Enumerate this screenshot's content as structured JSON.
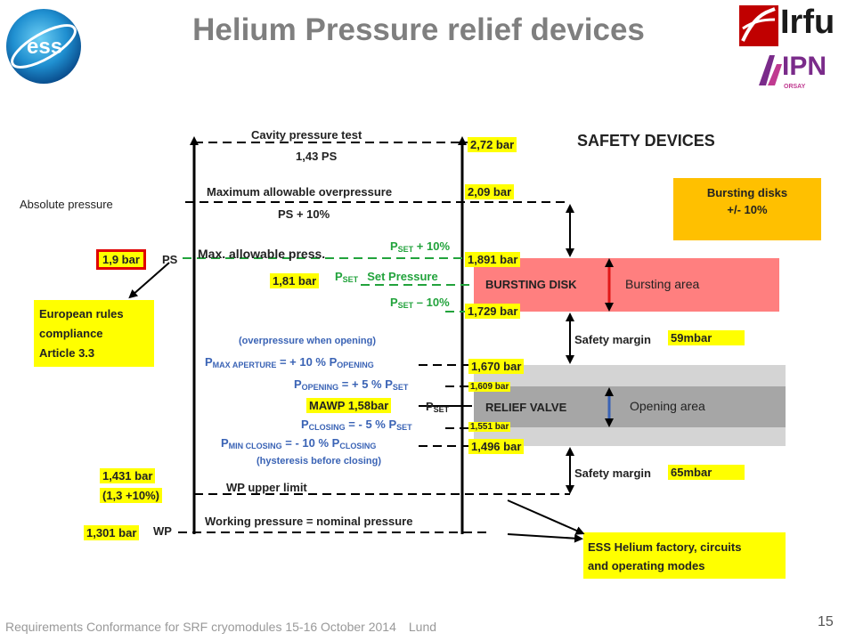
{
  "header": {
    "title": "Helium Pressure relief devices",
    "logos": {
      "left": "ess-logo",
      "irfu": "Irfu",
      "ipn": "IPN",
      "ipn_sub": "ORSAY"
    }
  },
  "axis": {
    "absolute_pressure": "Absolute pressure",
    "ps_marker": "PS",
    "wp_marker": "WP"
  },
  "levels": {
    "cavity_test": {
      "label": "Cavity pressure test",
      "sub": "1,43 PS",
      "value": "2,72 bar"
    },
    "max_overpressure": {
      "label": "Maximum allowable overpressure",
      "sub": "PS + 10%",
      "value": "2,09 bar"
    },
    "ps": {
      "left_value": "1,9 bar",
      "label": "Max. allowable press.",
      "value": "1,891 bar"
    },
    "pset_plus": {
      "p": "P",
      "sub": "SET",
      "text": " + 10%"
    },
    "set_pressure": {
      "left_value": "1,81 bar",
      "p": "P",
      "sub": "SET",
      "text": "Set Pressure"
    },
    "pset_minus": {
      "p": "P",
      "sub": "SET",
      "text": " – 10%",
      "value": "1,729 bar"
    },
    "overpressure_note": "(overpressure when opening)",
    "p_max_aperture": {
      "p": "P",
      "sub": "MAX APERTURE",
      "eq": " = + 10 % P",
      "sub2": "OPENING",
      "value": "1,670 bar"
    },
    "p_opening": {
      "p": "P",
      "sub": "OPENING",
      "eq": " = + 5 % P",
      "sub2": "SET",
      "value": "1,609 bar"
    },
    "mawp": {
      "text": "MAWP  1,58bar",
      "pset": "P",
      "pset_sub": "SET"
    },
    "p_closing": {
      "p": "P",
      "sub": "CLOSING",
      "eq": " = - 5 % P",
      "sub2": "SET",
      "value": "1,551 bar"
    },
    "p_min_closing": {
      "p": "P",
      "sub": "MIN CLOSING",
      "eq": " = - 10 % P",
      "sub2": "CLOSING",
      "value": "1,496 bar"
    },
    "hysteresis_note": "(hysteresis before closing)",
    "wp_upper": {
      "left_value_1": "1,431 bar",
      "left_value_2": "(1,3 +10%)",
      "label": "WP  upper limit"
    },
    "working": {
      "left_value": "1,301 bar",
      "label": "Working pressure = nominal pressure"
    }
  },
  "european_rules": {
    "line1": "European rules",
    "line2": "compliance",
    "line3": "Article 3.3"
  },
  "safety": {
    "heading": "SAFETY DEVICES",
    "bursting_disks_box": {
      "line1": "Bursting disks",
      "line2": "+/- 10%"
    },
    "bursting_disk": "BURSTING DISK",
    "bursting_area": "Bursting area",
    "margin_label": "Safety margin",
    "margin_1": "59mbar",
    "relief_valve": "RELIEF VALVE",
    "opening_area": "Opening area",
    "margin_2": "65mbar",
    "ess_box": {
      "line1": "ESS Helium factory, circuits",
      "line2": "and operating modes"
    }
  },
  "footer": {
    "text": "Requirements Conformance for SRF cryomodules 15-16 October 2014",
    "location": "Lund",
    "page": "15"
  },
  "colors": {
    "title": "#7f7f7f",
    "highlight": "#ffff00",
    "bursting": "#ff7f7f",
    "relief_light": "#d0d0d0",
    "relief_dark": "#a6a6a6",
    "disks_box": "#ffc000",
    "green": "#22a33c",
    "blue": "#3a63b5"
  }
}
